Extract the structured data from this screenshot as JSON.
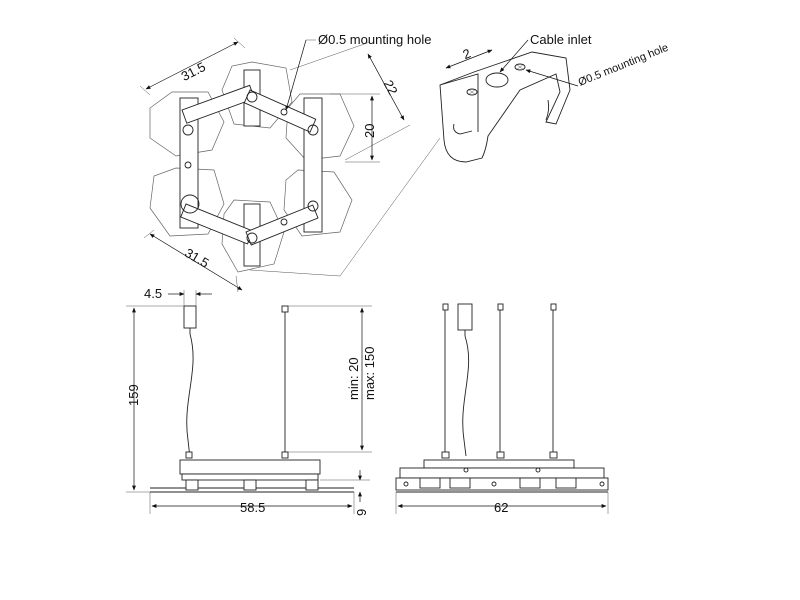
{
  "labels": {
    "mounting_hole_top": "Ø0.5 mounting hole",
    "cable_inlet": "Cable inlet",
    "mounting_hole_bracket": "Ø0.5 mounting hole"
  },
  "dimensions": {
    "top_width": "31.5",
    "top_right": "22",
    "top_inner": "20",
    "bottom_width": "31.5",
    "bracket_width": "2",
    "canopy_offset": "4.5",
    "total_height": "159",
    "cable_min": "min: 20",
    "cable_max": "max: 150",
    "front_width": "58.5",
    "front_depth": "9",
    "side_width": "62"
  }
}
